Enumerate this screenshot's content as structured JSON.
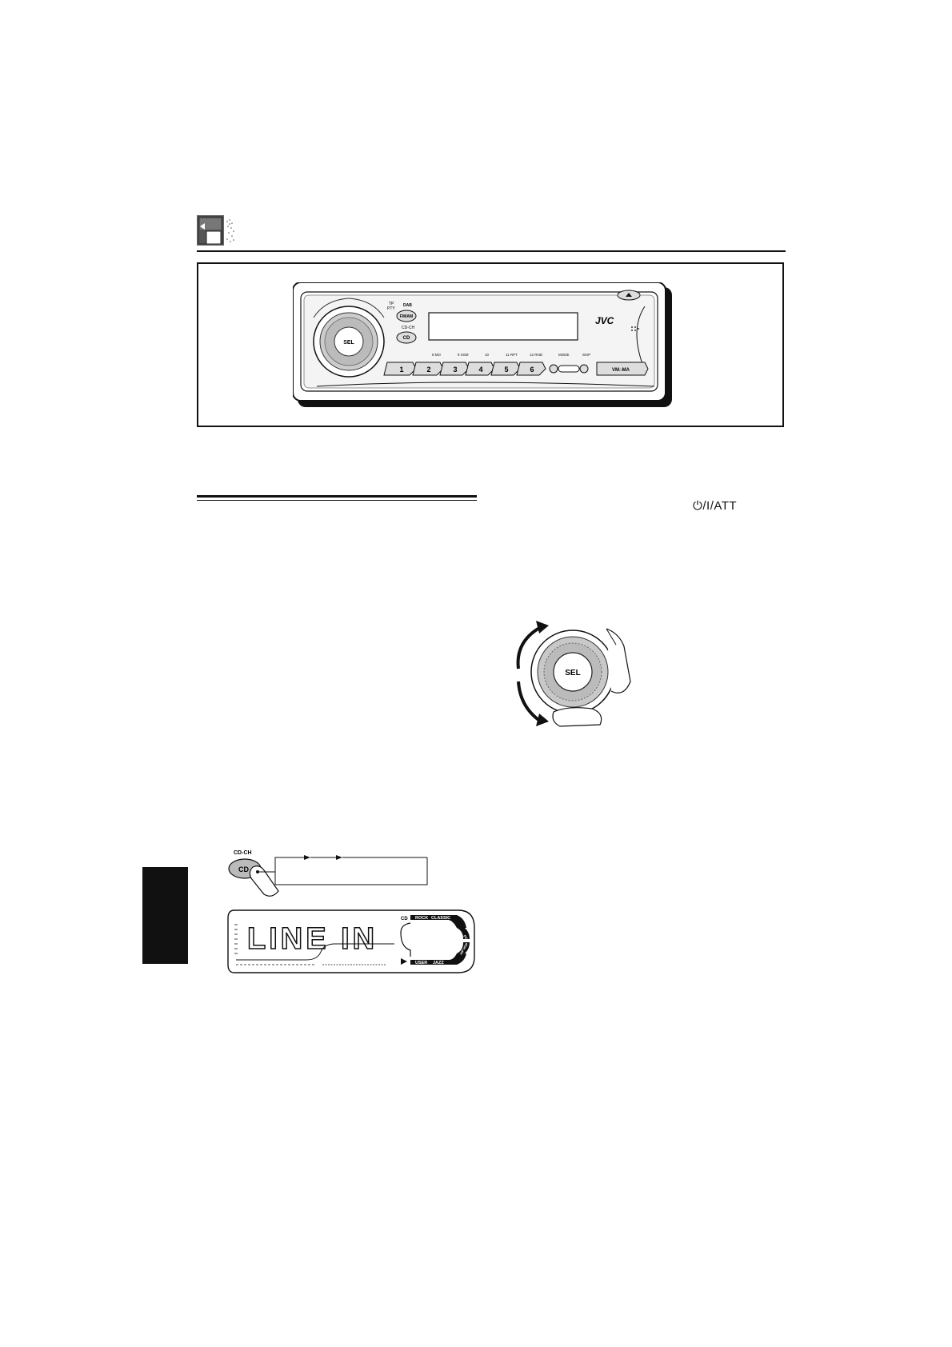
{
  "panel": {
    "brand": "JVC",
    "knob_label": "SEL",
    "btn_fm": "FM/AM",
    "btn_cd": "CD",
    "label_dab": "DAB",
    "label_cd_ch": "CD-CH",
    "label_tp": "TP",
    "label_pty": "PTY",
    "preset_numbers": [
      "1",
      "2",
      "3",
      "4",
      "5",
      "6"
    ],
    "preset_captions": [
      "8 MO",
      "9 SSM",
      "10",
      "11 RPT",
      "12 RND",
      "MODE",
      "SKIP"
    ],
    "sound_btn": "VM⌂MA"
  },
  "power_att_label": "/I/ATT",
  "knob_illustration": {
    "label": "SEL"
  },
  "cd_diagram": {
    "button_label": "CD",
    "caption": "CD-CH"
  },
  "lcd": {
    "main_text": "LINE IN",
    "modes_top": [
      "ROCK",
      "CLASSIC"
    ],
    "modes_bottom": [
      "USER",
      "JAZZ"
    ],
    "side_top": "POPS",
    "side_bottom": "HIP HOP",
    "cd_indicator": "CD"
  }
}
